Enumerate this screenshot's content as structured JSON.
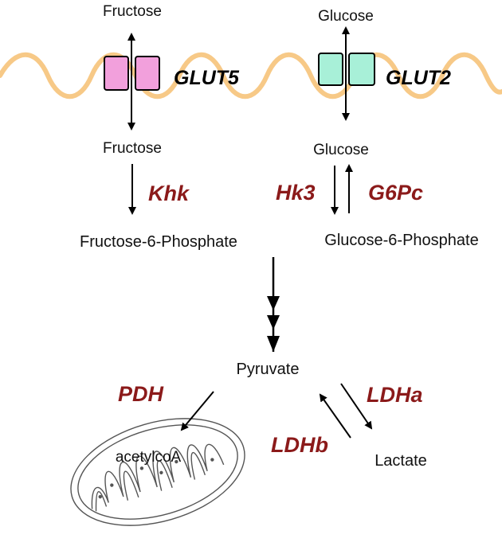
{
  "colors": {
    "membrane": "#f7c987",
    "glut5_fill": "#f2a0dc",
    "glut2_fill": "#a8f0d8",
    "enzyme_red": "#8b1a1a",
    "arrow": "#000000",
    "mito_stroke": "#555555"
  },
  "transporters": {
    "glut5": {
      "label": "GLUT5"
    },
    "glut2": {
      "label": "GLUT2"
    }
  },
  "metabolites": {
    "fructose_out": "Fructose",
    "glucose_out": "Glucose",
    "fructose_in": "Fructose",
    "glucose_in": "Glucose",
    "fructose_6_phosphate": "Fructose-6-Phosphate",
    "glucose_6_phosphate": "Glucose-6-Phosphate",
    "pyruvate": "Pyruvate",
    "lactate": "Lactate",
    "acetylcoa": "acetylcoA"
  },
  "enzymes": {
    "khk": "Khk",
    "hk3": "Hk3",
    "g6pc": "G6Pc",
    "pdh": "PDH",
    "ldha": "LDHa",
    "ldhb": "LDHb"
  },
  "icons": {
    "mitochondrion": "mitochondrion-icon"
  }
}
